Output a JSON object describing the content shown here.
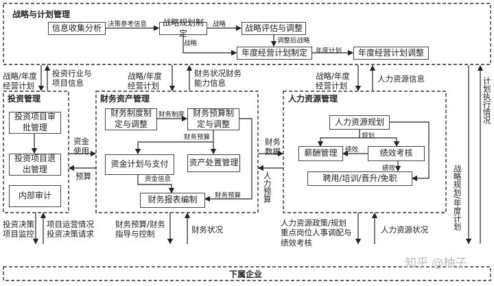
{
  "strategy": {
    "title": "战略与计划管理",
    "boxes": [
      "信息收集分析",
      "战略规划制定",
      "战略评估与调整",
      "年度经营计划制定",
      "年度经营计划调整"
    ],
    "labels": [
      "决策参考信息",
      "战略",
      "战略",
      "调整后战略",
      "年度计划"
    ]
  },
  "links_top": {
    "inv_down": "战略/年度经营计划",
    "inv_up": "投资行业与项目信息",
    "fin_down": "战略/年度经营计划",
    "fin_up": "财务状况财务能力信息",
    "hr_down": "战略/年度经营计划",
    "hr_up": "人力资源信息",
    "right_up": "计划执行情况",
    "right_down": "战略规划/年度计划"
  },
  "investment": {
    "title": "投资管理",
    "boxes": [
      "投资项目审批管理",
      "投资项目退出管理",
      "内部审计"
    ]
  },
  "finance": {
    "title": "财务资产管理",
    "boxes": [
      "财务制度制定与调整",
      "财务预算制定与调整",
      "资金计划与支付",
      "资产处置管理",
      "财务报表编制"
    ],
    "labels": [
      "财务制度",
      "财务预算",
      "资金信息",
      "财务预算"
    ]
  },
  "hr": {
    "title": "人力资源管理",
    "boxes": [
      "人力资源规划",
      "薪酬管理",
      "绩效考核",
      "聘用/培训/晋升/免职"
    ],
    "labels": [
      "规划",
      "绩效",
      "绩效"
    ]
  },
  "links_mid": {
    "fund_use": "资金使用",
    "budget": "预算",
    "fin_data": "财务数据",
    "hr_budget": "人力预算"
  },
  "links_bottom": {
    "inv_down": "投资决策项目监控",
    "inv_up": "项目运营情况投资决策请求",
    "fin_down": "财务预算/财务指导与控制",
    "fin_up": "财务状况",
    "hr_down": "人力资源政策/规划重点岗位人事调配与绩效考核",
    "hr_up": "人力资源状况"
  },
  "subsidiary": {
    "title": "下属企业"
  },
  "watermark": "知乎 @柚子"
}
